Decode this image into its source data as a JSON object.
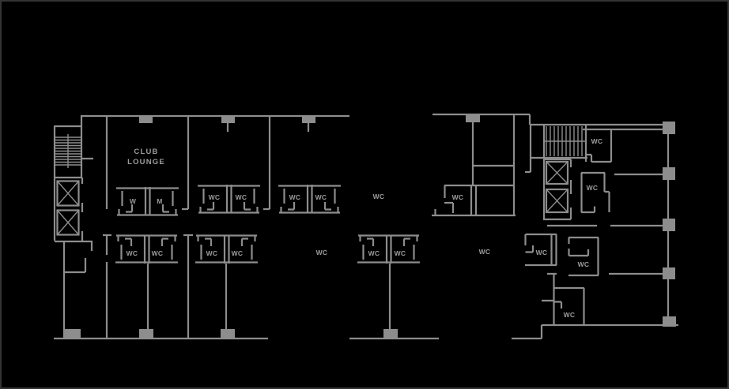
{
  "plan": {
    "background_color": "#000000",
    "wall_color": "#8d8d8d",
    "label_color": "#9c9c9c",
    "labels": {
      "club_lounge_line1": "CLUB",
      "club_lounge_line2": "LOUNGE",
      "womens_toilet": "W",
      "mens_toilet": "M",
      "water_closet": "WC"
    }
  }
}
